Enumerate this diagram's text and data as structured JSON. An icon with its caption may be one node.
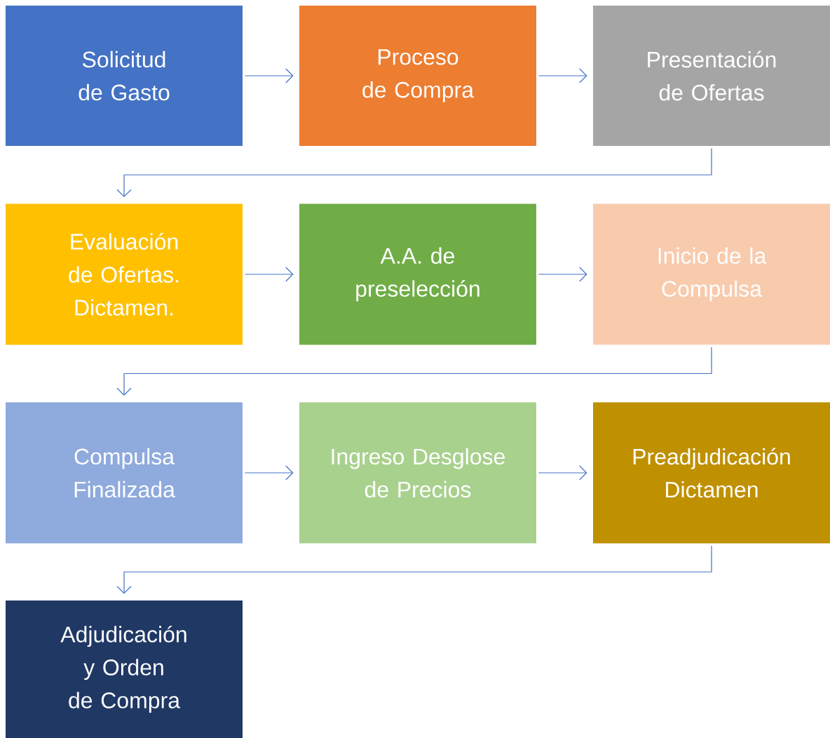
{
  "diagram": {
    "nodes": [
      {
        "text": [
          "Solicitud de Gasto"
        ]
      },
      {
        "text": [
          "Proceso de Compra"
        ]
      },
      {
        "text": [
          "Presentación de Ofertas"
        ]
      },
      {
        "text": [
          "Evaluación de Ofertas. Dictamen."
        ]
      },
      {
        "text": [
          "A.A. de preselección"
        ]
      },
      {
        "text": [
          "Inicio de la Compulsa"
        ]
      },
      {
        "text": [
          "Compulsa Finalizada"
        ]
      },
      {
        "text": [
          "Ingreso Desglose de Precios"
        ]
      },
      {
        "text": [
          "Preadjudicación Dictamen"
        ]
      },
      {
        "text": [
          "Adjudicación y Orden de Compra"
        ]
      }
    ],
    "edges": [
      {
        "from": 0,
        "to": 1,
        "arrow": "to"
      },
      {
        "from": 1,
        "to": 2,
        "arrow": "to"
      },
      {
        "from": 2,
        "to": 3,
        "arrow": "to"
      },
      {
        "from": 3,
        "to": 4,
        "arrow": "to"
      },
      {
        "from": 4,
        "to": 5,
        "arrow": "to"
      },
      {
        "from": 5,
        "to": 6,
        "arrow": "to"
      },
      {
        "from": 6,
        "to": 7,
        "arrow": "to"
      },
      {
        "from": 7,
        "to": 8,
        "arrow": "to"
      },
      {
        "from": 8,
        "to": 9,
        "arrow": "to"
      }
    ]
  }
}
